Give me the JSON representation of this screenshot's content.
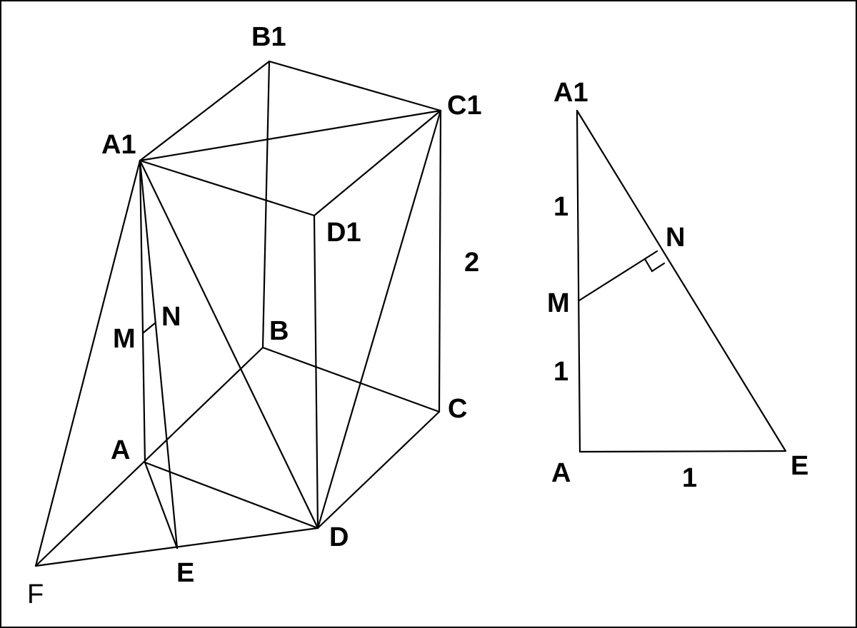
{
  "prism": {
    "labels": {
      "B1": "B1",
      "C1": "C1",
      "A1": "A1",
      "D1": "D1",
      "B": "B",
      "C": "C",
      "A": "A",
      "D": "D",
      "E": "E",
      "F": "F",
      "M": "M",
      "N": "N",
      "edge_length": "2"
    }
  },
  "triangle": {
    "labels": {
      "A1": "A1",
      "N": "N",
      "M": "M",
      "A": "A",
      "E": "E",
      "A1M": "1",
      "MA": "1",
      "AE": "1"
    },
    "right_angle_at": "N"
  }
}
